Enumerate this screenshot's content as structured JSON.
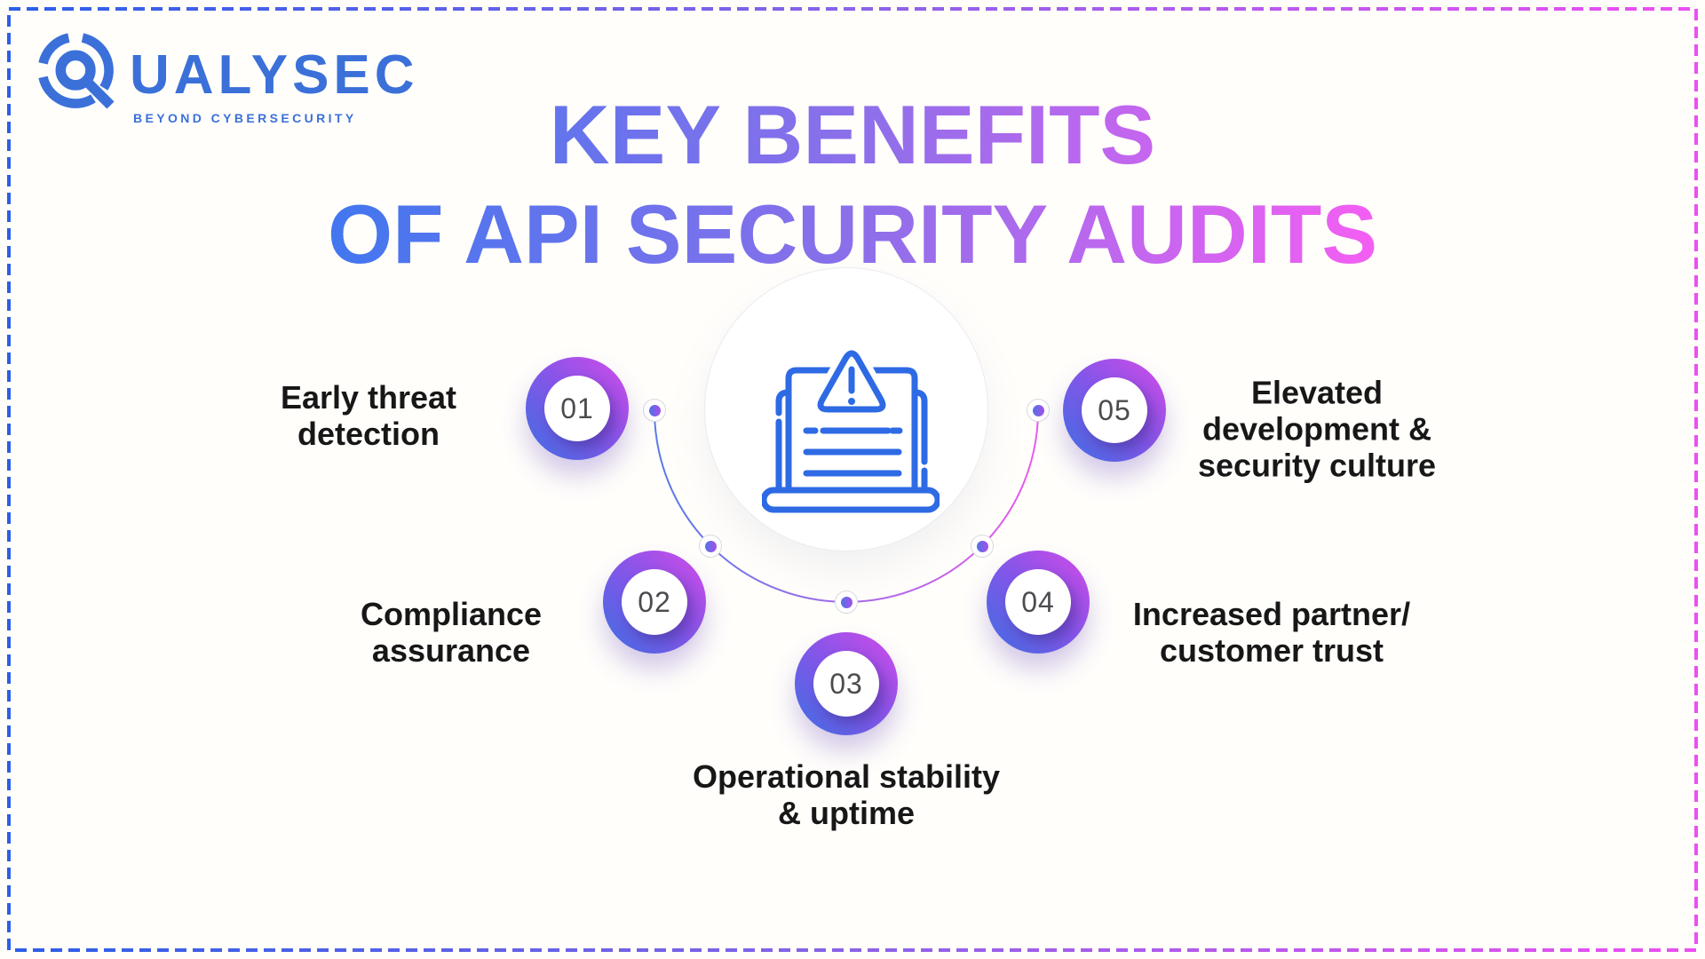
{
  "canvas": {
    "background": "#fffefb",
    "border_gradient": [
      "#2b5fe8",
      "#8a63e8",
      "#ec4ff2"
    ]
  },
  "logo": {
    "brand_text": "UALYSEC",
    "tagline": "BEYOND CYBERSECURITY",
    "color": "#3b70d9"
  },
  "title": {
    "line1": "KEY BENEFITS",
    "line2": "OF API SECURITY AUDITS",
    "gradient": [
      "#4277ef",
      "#8f6fea",
      "#f45ef3"
    ]
  },
  "center_icon": {
    "name": "laptop-warning-report-icon",
    "color": "#2d6ae4"
  },
  "benefits": [
    {
      "number": "01",
      "label": "Early threat detection",
      "lines": [
        "Early threat",
        "detection"
      ]
    },
    {
      "number": "02",
      "label": "Compliance assurance",
      "lines": [
        "Compliance",
        "assurance"
      ]
    },
    {
      "number": "03",
      "label": "Operational stability & uptime",
      "lines": [
        "Operational stability",
        "& uptime"
      ]
    },
    {
      "number": "04",
      "label": "Increased partner/ customer trust",
      "lines": [
        "Increased partner/",
        "customer trust"
      ]
    },
    {
      "number": "05",
      "label": "Elevated development & security culture",
      "lines": [
        "Elevated",
        "development &",
        "security culture"
      ]
    }
  ],
  "ring_gradient": [
    "#3e6ee2",
    "#8655e9",
    "#d44be8"
  ],
  "arc_gradient": [
    "#5b7be8",
    "#a26bea",
    "#e85bee"
  ]
}
